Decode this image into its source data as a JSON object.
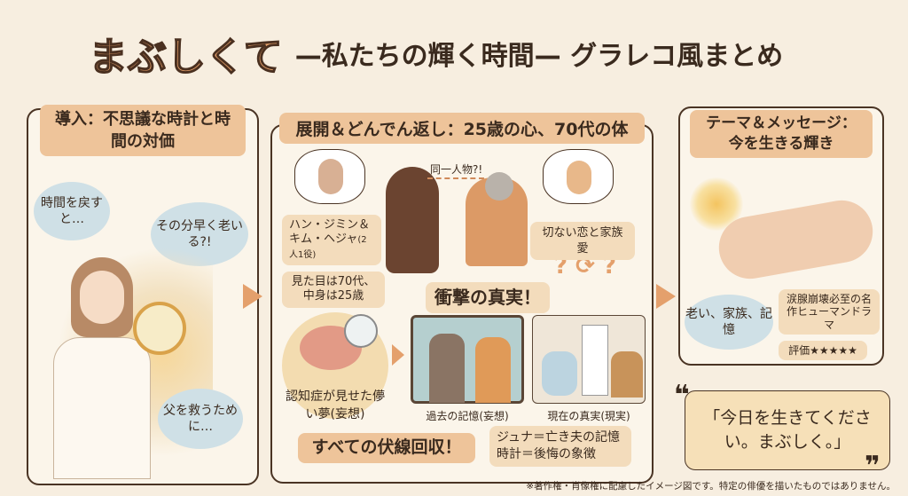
{
  "title": {
    "main": "まぶしくて",
    "sub": "—私たちの輝く時間—  グラレコ風まとめ"
  },
  "left": {
    "heading": "導入：不思議な時計と時間の対価",
    "bubbles": [
      "時間を戻すと…",
      "その分早く老いる?!",
      "父を救うために…"
    ]
  },
  "middle": {
    "heading": "展開＆どんでん返し：25歳の心、70代の体",
    "same_person": "同一人物?!",
    "cast": "ハン・ジミン＆キム・ヘジャ",
    "cast_note": "(2人1役)",
    "appearance": "見た目は70代、中身は25歳",
    "love": "切ない恋と家族愛",
    "shock": "衝撃の真実！",
    "dementia": "認知症が見せた儚い夢(妄想)",
    "past_caption": "過去の記憶(妄想)",
    "present_caption": "現在の真実(現実)",
    "foreshadow": "すべての伏線回収！",
    "symbols": [
      "ジュナ＝亡き夫の記憶",
      "時計＝後悔の象徴"
    ]
  },
  "right": {
    "heading": "テーマ＆メッセージ：今を生きる輝き",
    "themes": "老い、家族、記憶",
    "drama": "涙腺崩壊必至の名作ヒューマンドラマ",
    "rating": "評価★★★★★"
  },
  "quote": "「今日を生きてください。まぶしく。」",
  "footer": "※著作権・肖像権に配慮したイメージ図です。特定の俳優を描いたものではありません。",
  "colors": {
    "background": "#f7eee0",
    "accent": "#e4a06c",
    "heading": "#eec49a",
    "bubble": "#cfe0e6"
  }
}
